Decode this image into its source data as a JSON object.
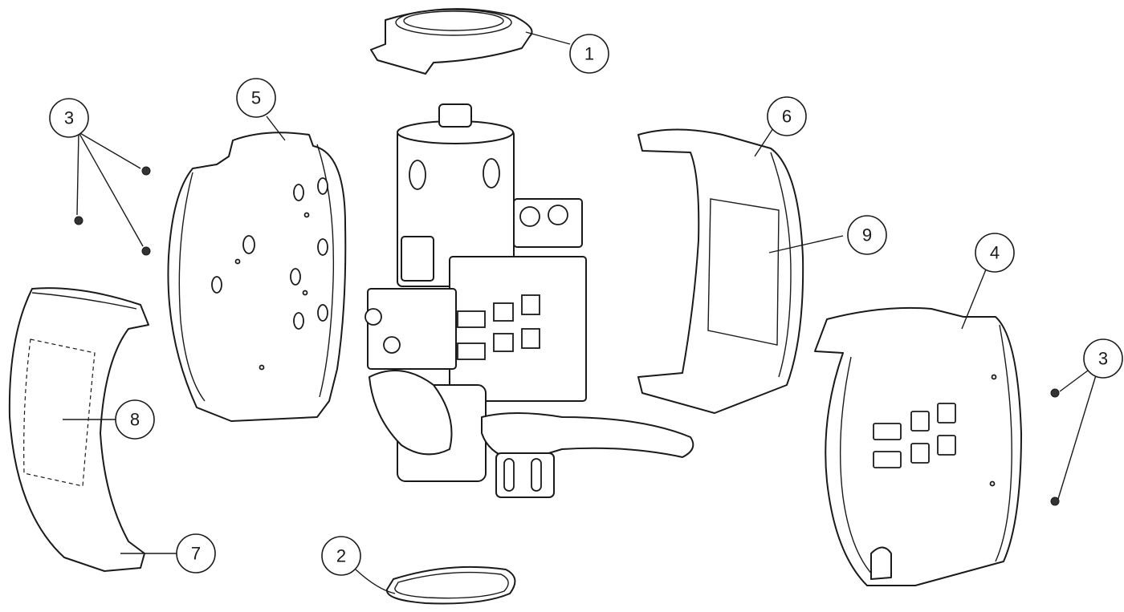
{
  "diagram": {
    "callouts": [
      {
        "id": "c1",
        "label": "1"
      },
      {
        "id": "c2",
        "label": "2"
      },
      {
        "id": "c3a",
        "label": "3"
      },
      {
        "id": "c3b",
        "label": "3"
      },
      {
        "id": "c4",
        "label": "4"
      },
      {
        "id": "c5",
        "label": "5"
      },
      {
        "id": "c6",
        "label": "6"
      },
      {
        "id": "c7",
        "label": "7"
      },
      {
        "id": "c8",
        "label": "8"
      },
      {
        "id": "c9",
        "label": "9"
      }
    ],
    "colors": {
      "line": "#1a1a1a",
      "fill": "#ffffff"
    }
  }
}
